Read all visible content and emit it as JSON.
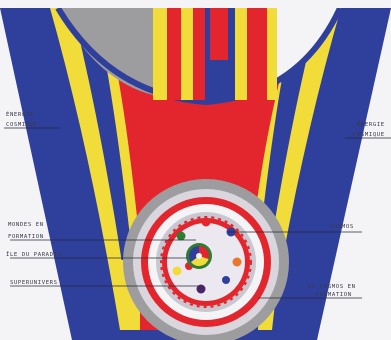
{
  "labels": {
    "energie_left_1": "ÉNERGIE",
    "energie_left_2": "COSMIQUE",
    "energie_right_1": "ÉNERGIE",
    "energie_right_2": "COSMIQUE",
    "mondes_1": "MONDES EN",
    "mondes_2": "FORMATION",
    "ile": "ÎLE DU PARADIS",
    "superunivers": "SUPERUNIVERS",
    "cosmos": "COSMOS",
    "cosmos21_1": "21 COSMOS EN",
    "cosmos21_2": "FORMATION"
  },
  "colors": {
    "blue": "#2f3f9c",
    "yellow": "#f2dc3a",
    "red": "#e3262d",
    "grey": "#9d9da0",
    "orange": "#e8772c",
    "green": "#2f7d34",
    "purple": "#4a2468",
    "background": "#f4f3f6"
  }
}
